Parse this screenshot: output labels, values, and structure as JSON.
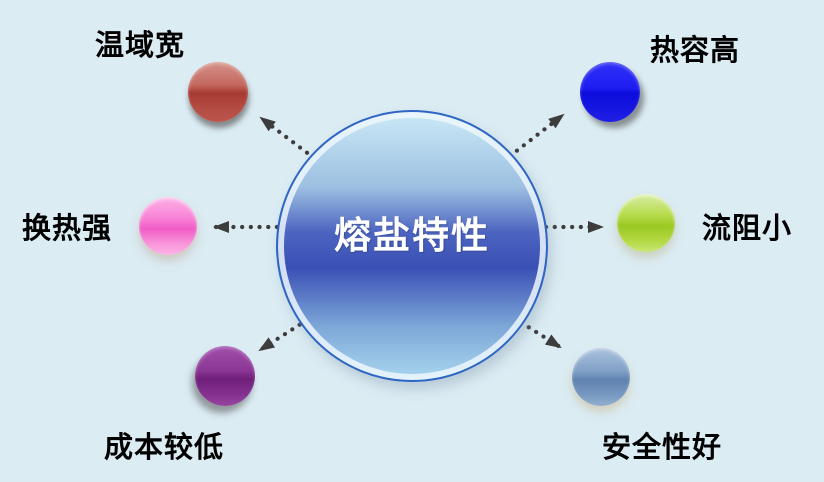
{
  "diagram_title": "熔盐特性",
  "background_color": "#dbecf3",
  "center_node": {
    "label": "熔盐特性",
    "text_color": "#ffffff",
    "border_color": "#2f66c4",
    "stops": [
      [
        "#cbe9f6",
        0
      ],
      [
        "#9dc0e2",
        28
      ],
      [
        "#4c64c0",
        45
      ],
      [
        "#3a50b5",
        58
      ],
      [
        "#7da7d8",
        80
      ],
      [
        "#a9d6ee",
        100
      ]
    ]
  },
  "nodes": [
    {
      "id": "wide-temperature-range",
      "label": "温域宽",
      "position": "top-left",
      "stops": [
        [
          "#d69289",
          0
        ],
        [
          "#c4685f",
          38
        ],
        [
          "#a63a31",
          52
        ],
        [
          "#b24b42",
          75
        ],
        [
          "#bc564c",
          100
        ]
      ]
    },
    {
      "id": "high-heat-capacity",
      "label": "热容高",
      "position": "top-right",
      "stops": [
        [
          "#3131f8",
          0
        ],
        [
          "#1d1df2",
          44
        ],
        [
          "#0c0cdc",
          52
        ],
        [
          "#1f1fe4",
          100
        ]
      ]
    },
    {
      "id": "strong-heat-exchange",
      "label": "换热强",
      "position": "left",
      "stops": [
        [
          "#fdb2e7",
          0
        ],
        [
          "#f884d7",
          35
        ],
        [
          "#f15cc5",
          55
        ],
        [
          "#f998dc",
          82
        ],
        [
          "#fcb4e5",
          100
        ]
      ]
    },
    {
      "id": "low-flow-resistance",
      "label": "流阻小",
      "position": "right",
      "stops": [
        [
          "#d9eda6",
          0
        ],
        [
          "#b8dc4e",
          35
        ],
        [
          "#9bc822",
          55
        ],
        [
          "#b3d843",
          80
        ],
        [
          "#c9e772",
          100
        ]
      ]
    },
    {
      "id": "lower-cost",
      "label": "成本较低",
      "position": "bottom-left",
      "stops": [
        [
          "#a050aa",
          0
        ],
        [
          "#8c3795",
          40
        ],
        [
          "#6f1f7a",
          55
        ],
        [
          "#84308f",
          80
        ],
        [
          "#96459f",
          100
        ]
      ]
    },
    {
      "id": "good-safety",
      "label": "安全性好",
      "position": "bottom-right",
      "stops": [
        [
          "#a9c2dd",
          0
        ],
        [
          "#83a2c8",
          38
        ],
        [
          "#5f83af",
          55
        ],
        [
          "#7698c0",
          80
        ],
        [
          "#92b0d0",
          100
        ]
      ]
    }
  ],
  "arrows": {
    "color": "#3d3d3d",
    "style": "dotted",
    "direction": "outward-from-center"
  }
}
